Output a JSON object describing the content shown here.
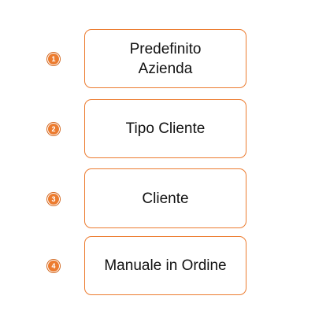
{
  "diagram": {
    "accent_color": "#ec7c30",
    "steps": [
      {
        "number": "1",
        "label": "Predefinito\nAzienda"
      },
      {
        "number": "2",
        "label": "Tipo Cliente"
      },
      {
        "number": "3",
        "label": "Cliente"
      },
      {
        "number": "4",
        "label": "Manuale in Ordine"
      }
    ]
  }
}
